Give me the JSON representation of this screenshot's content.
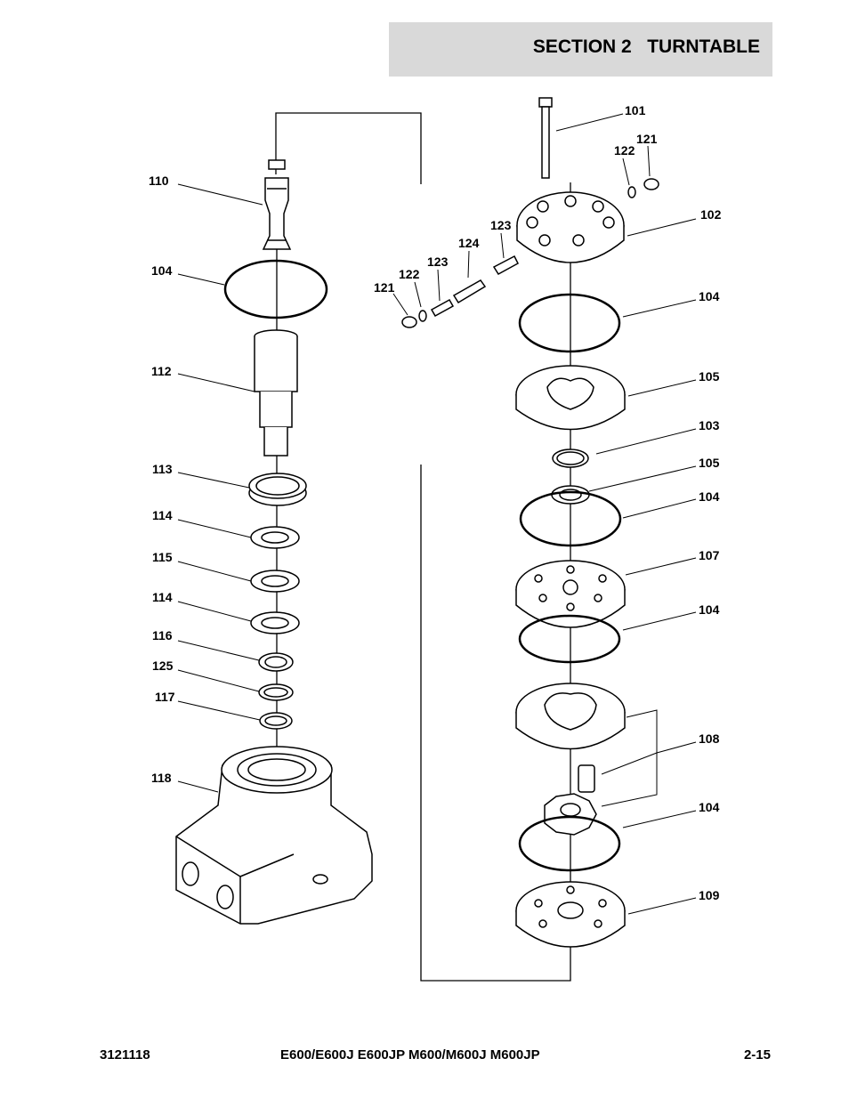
{
  "header": {
    "section_title": "SECTION 2   TURNTABLE"
  },
  "footer": {
    "doc_number": "3121118",
    "models": "E600/E600J E600JP M600/M600J M600JP",
    "page_number": "2-15"
  },
  "callouts": {
    "c110": "110",
    "c104a": "104",
    "c112": "112",
    "c113": "113",
    "c114a": "114",
    "c115": "115",
    "c114b": "114",
    "c116": "116",
    "c125": "125",
    "c117": "117",
    "c118": "118",
    "c101": "101",
    "c121a": "121",
    "c122a": "122",
    "c102": "102",
    "c123a": "123",
    "c124": "124",
    "c123b": "123",
    "c122b": "122",
    "c121b": "121",
    "c104b": "104",
    "c105a": "105",
    "c103": "103",
    "c105b": "105",
    "c104c": "104",
    "c107": "107",
    "c104d": "104",
    "c108": "108",
    "c104e": "104",
    "c109": "109"
  }
}
